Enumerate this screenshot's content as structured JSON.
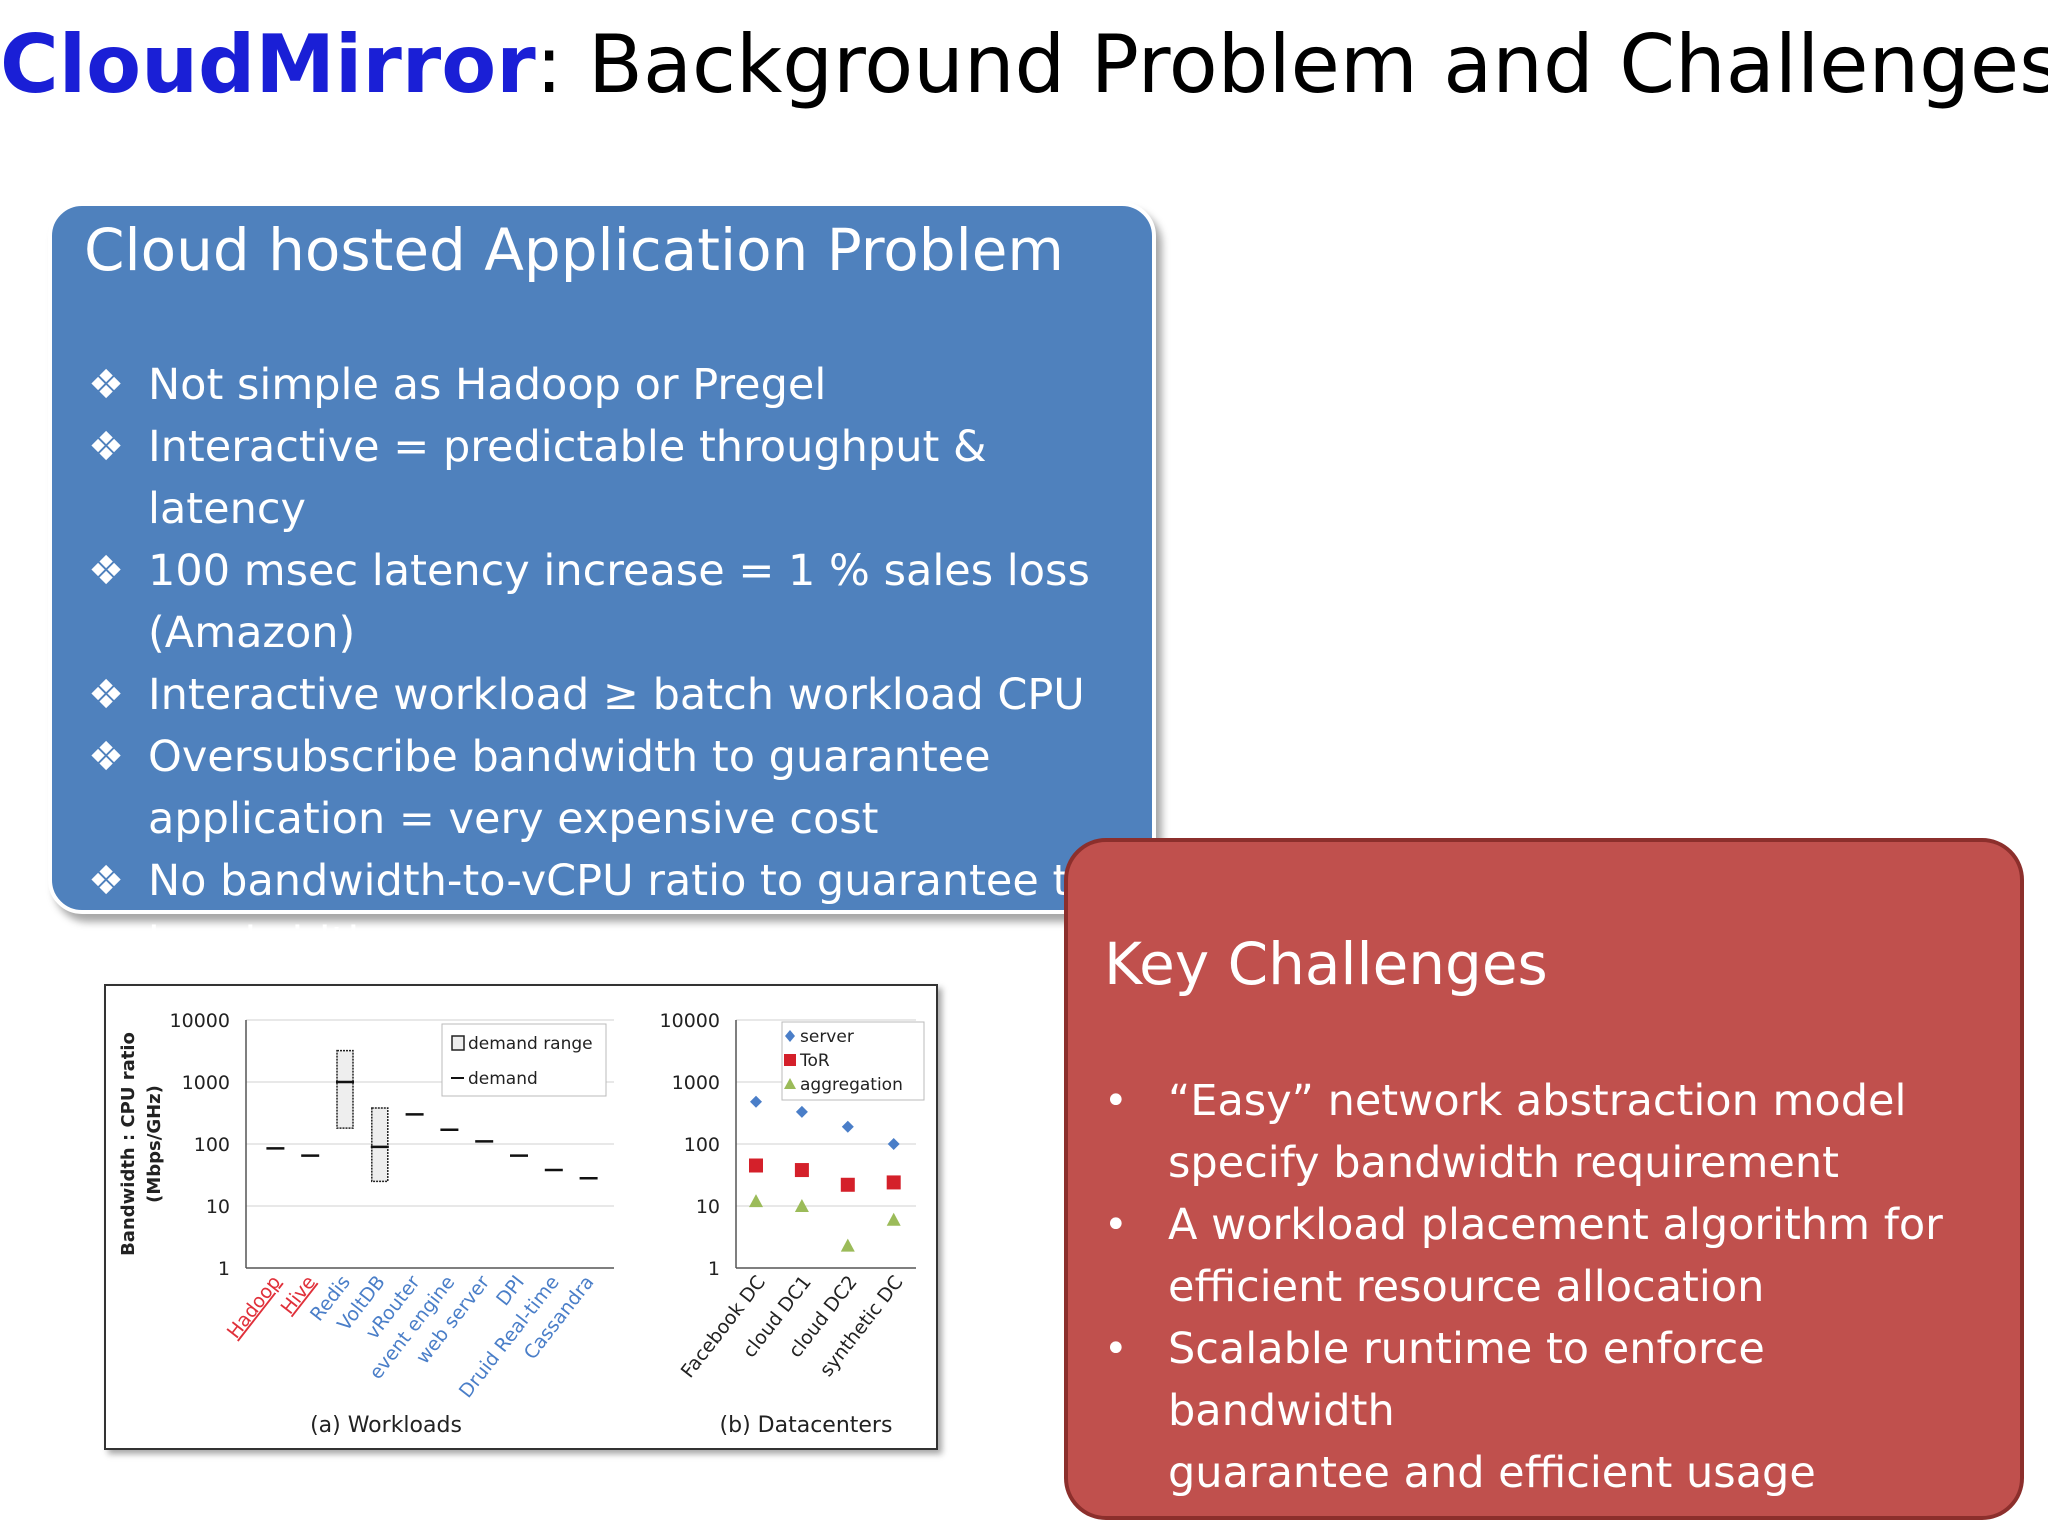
{
  "title": {
    "brand": "CloudMirror",
    "rest": ": Background Problem and Challenges"
  },
  "problem": {
    "title": "Cloud hosted Application Problem",
    "bullets": [
      [
        "Not simple as Hadoop or Pregel"
      ],
      [
        "Interactive = predictable throughput & latency"
      ],
      [
        "100 msec latency increase = 1 % sales loss",
        "(Amazon)"
      ],
      [
        "Interactive workload ≥ batch workload CPU"
      ],
      [
        "Oversubscribe bandwidth to guarantee",
        "application = very expensive cost"
      ],
      [
        "No bandwidth-to-vCPU ratio to guarantee the",
        "bandwidth usage"
      ]
    ]
  },
  "challenges": {
    "title": "Key Challenges",
    "bullets": [
      [
        "“Easy” network abstraction model",
        "specify bandwidth requirement"
      ],
      [
        "A workload placement algorithm for",
        "efficient resource allocation"
      ],
      [
        "Scalable runtime to enforce bandwidth",
        "guarantee and efficient usage"
      ]
    ]
  },
  "chart_data": [
    {
      "type": "box",
      "xlabel": "(a) Workloads",
      "ylabel": "Bandwidth : CPU ratio",
      "ylabel_unit": "(Mbps/GHz)",
      "yscale": "log",
      "ylim": [
        1,
        10000
      ],
      "yticks": [
        "1",
        "10",
        "100",
        "1000",
        "10000"
      ],
      "categories": [
        "Hadoop",
        "Hive",
        "Redis",
        "VoltDB",
        "vRouter",
        "event engine",
        "web server",
        "DPI",
        "Druid Real-time",
        "Cassandra"
      ],
      "highlighted_categories": [
        "Hadoop",
        "Hive"
      ],
      "colors": {
        "highlighted": "#e0303a",
        "normal": "#4a7ec8"
      },
      "series": [
        {
          "name": "demand",
          "values": [
            85,
            65,
            1000,
            90,
            300,
            170,
            110,
            65,
            38,
            28
          ]
        },
        {
          "name": "demand range",
          "ranges": [
            null,
            null,
            [
              180,
              3200
            ],
            [
              25,
              380
            ],
            null,
            null,
            null,
            null,
            null,
            null
          ]
        }
      ],
      "legend": [
        "demand range",
        "demand"
      ],
      "legend_position": "top-right"
    },
    {
      "type": "scatter",
      "xlabel": "(b) Datacenters",
      "yscale": "log",
      "ylim": [
        1,
        10000
      ],
      "yticks": [
        "1",
        "10",
        "100",
        "1000",
        "10000"
      ],
      "categories": [
        "Facebook DC",
        "cloud DC1",
        "cloud DC2",
        "synthetic DC"
      ],
      "series": [
        {
          "name": "server",
          "color": "#4a7ec8",
          "marker": "diamond",
          "values": [
            480,
            330,
            190,
            100
          ]
        },
        {
          "name": "ToR",
          "color": "#d4202a",
          "marker": "square",
          "values": [
            45,
            38,
            22,
            24
          ]
        },
        {
          "name": "aggregation",
          "color": "#9bbb59",
          "marker": "triangle",
          "values": [
            12,
            10,
            2.3,
            6
          ]
        }
      ],
      "legend_position": "top-right"
    }
  ]
}
